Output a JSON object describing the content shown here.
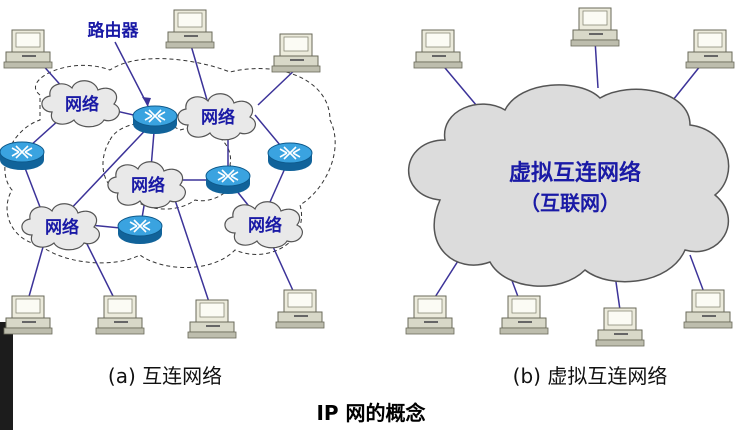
{
  "left_diagram": {
    "router_callout": "路由器",
    "network_label": "网络",
    "caption": "(a) 互连网络"
  },
  "right_diagram": {
    "cloud_title": "虚拟互连网络",
    "cloud_subtitle": "（互联网）",
    "caption": "(b) 虚拟互连网络"
  },
  "figure_title": "IP 网的概念",
  "colors": {
    "link": "#3c3399",
    "label_blue": "#1a1aa6",
    "router": "#1f86c8",
    "cloud_fill": "#e9e9e9",
    "big_cloud_fill": "#dcdcdc",
    "computer_body": "#d8d8c8"
  },
  "icons": [
    "router-icon",
    "computer-icon",
    "cloud-icon"
  ]
}
